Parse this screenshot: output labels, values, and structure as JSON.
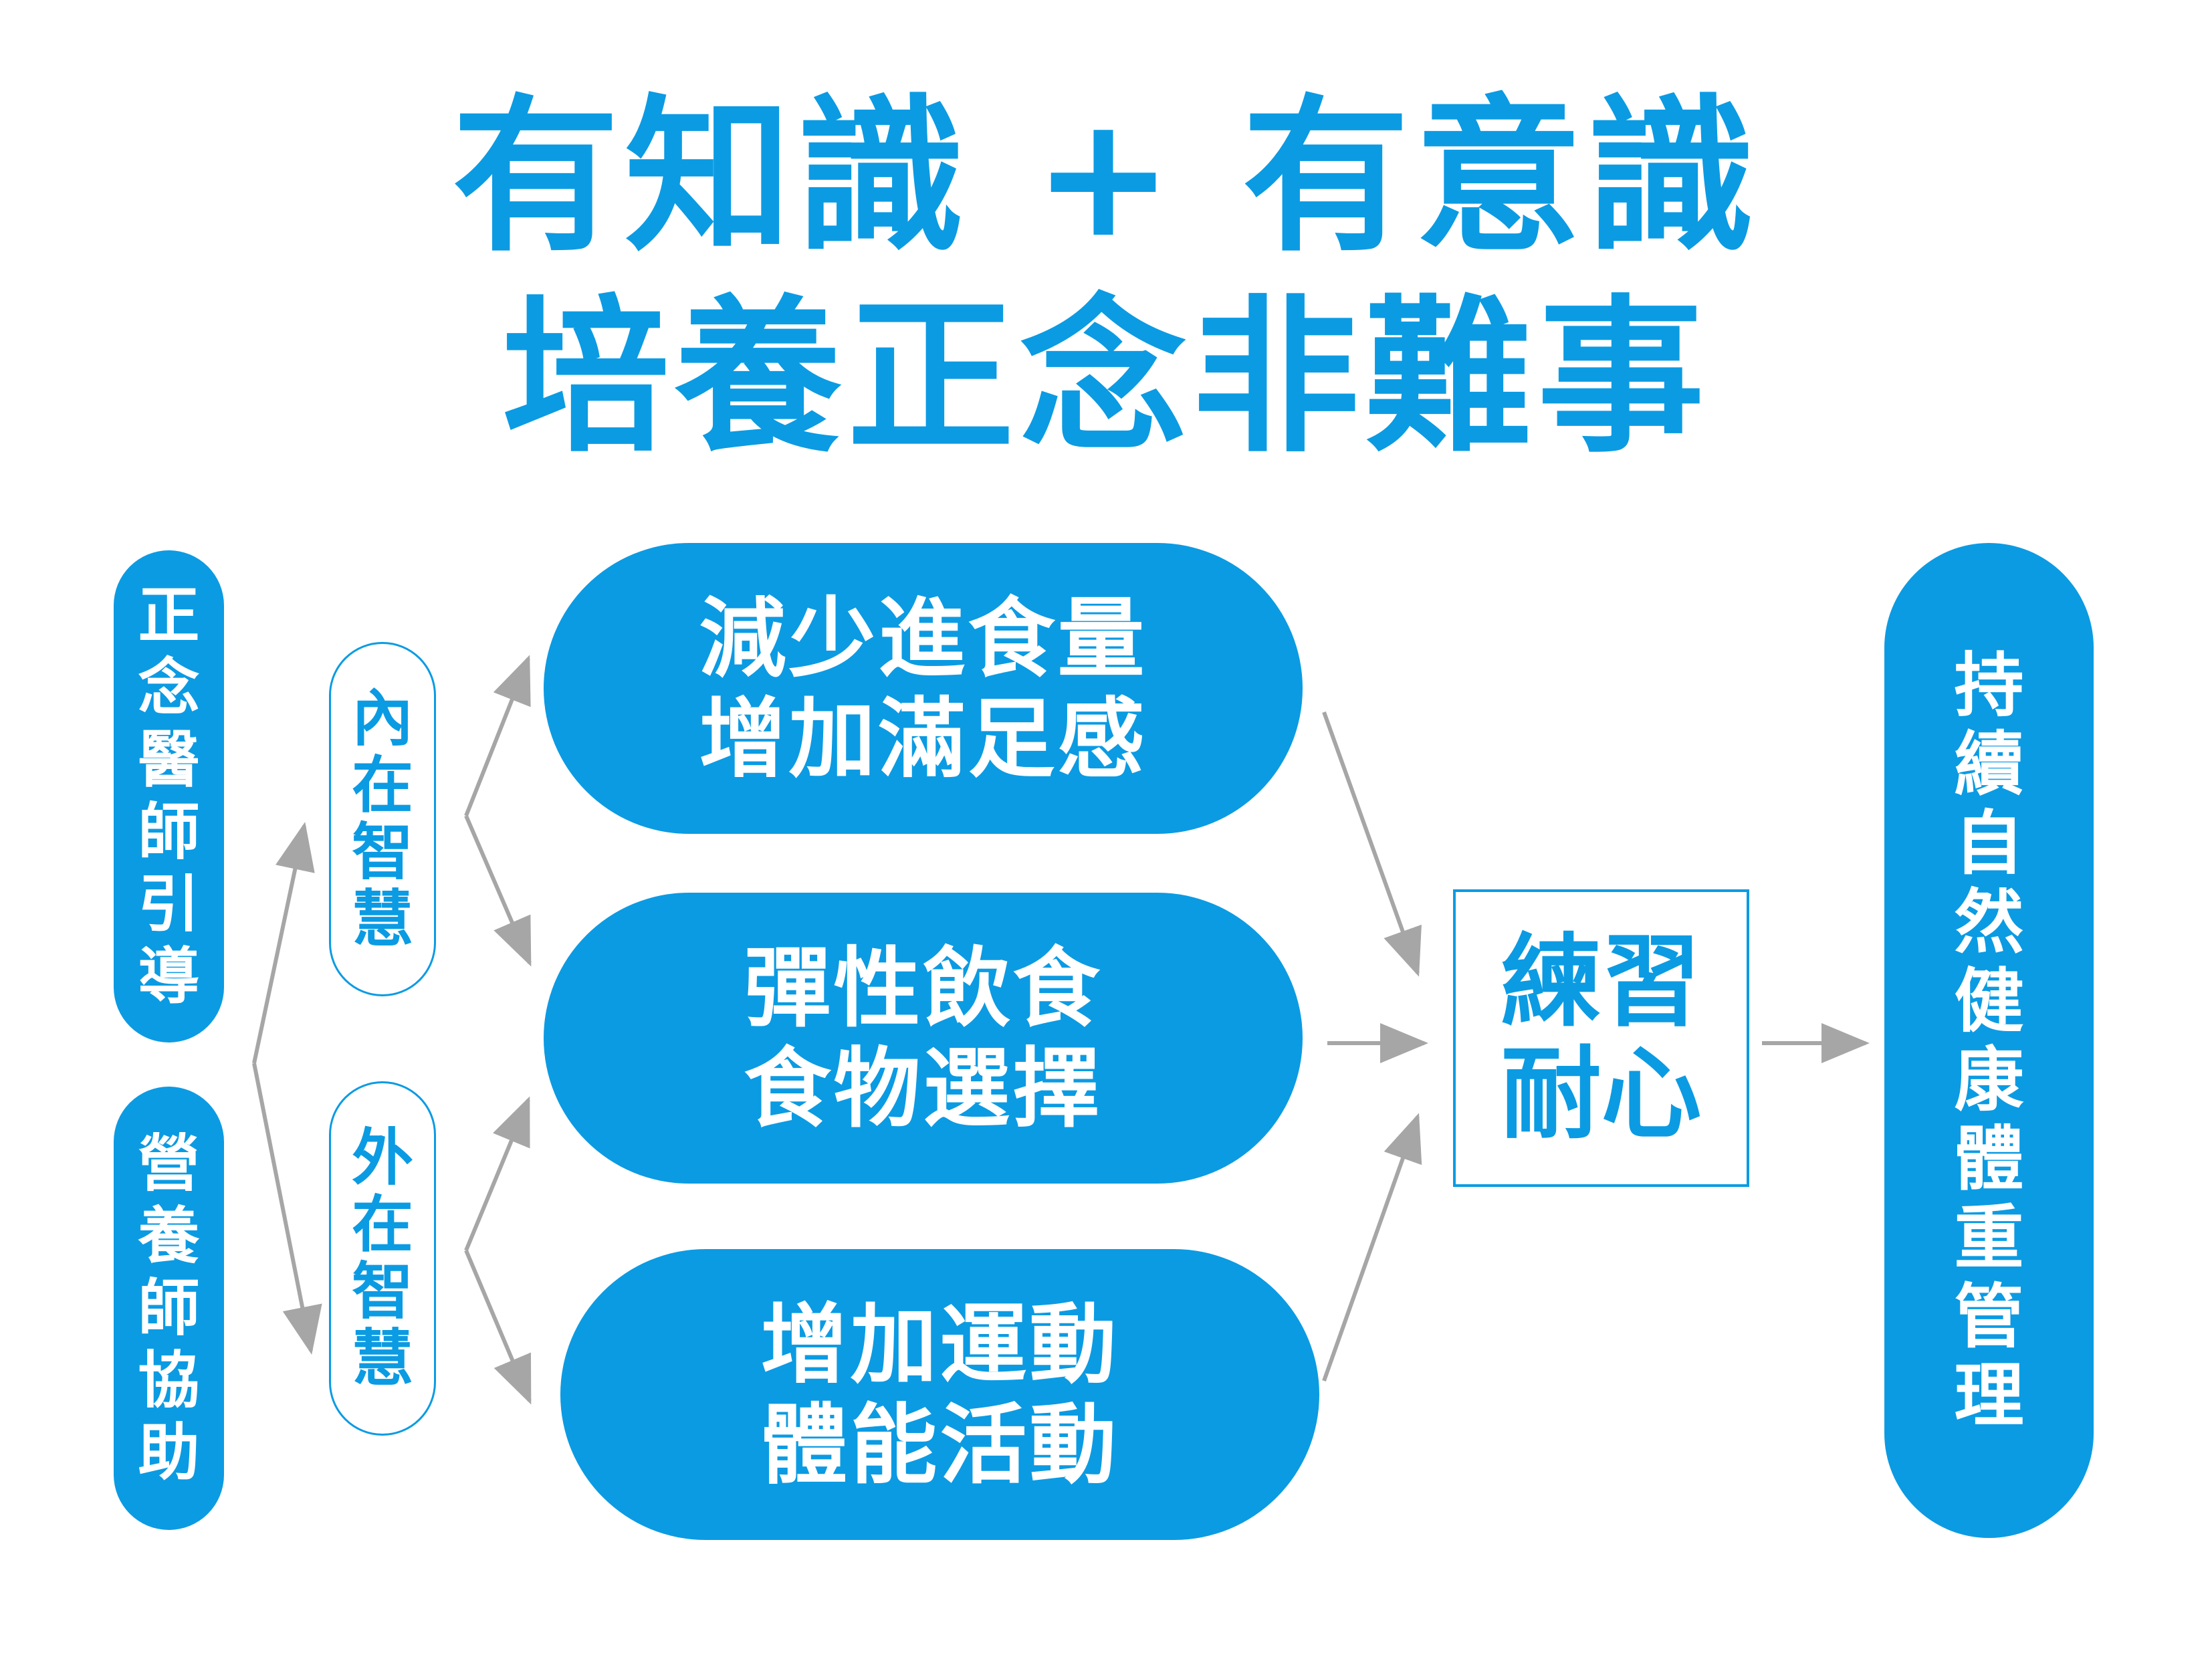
{
  "title": {
    "line1": "有知識 + 有意識",
    "line2": "培養正念非難事"
  },
  "sources": [
    {
      "text": "正念醫師引導"
    },
    {
      "text": "營養師協助"
    }
  ],
  "wisdom": [
    {
      "text": "內在智慧"
    },
    {
      "text": "外在智慧"
    }
  ],
  "actions": [
    {
      "line1": "減少進食量",
      "line2": "增加滿足感"
    },
    {
      "line1": "彈性飲食",
      "line2": "食物選擇"
    },
    {
      "line1": "增加運動",
      "line2": "體能活動"
    }
  ],
  "practice": {
    "line1": "練習",
    "line2": "耐心"
  },
  "result": {
    "text": "持續自然健康體重管理"
  },
  "colors": {
    "accent": "#0b9be3",
    "arrow": "#a6a6a6",
    "text_on_accent": "#ffffff",
    "background": "#ffffff"
  }
}
